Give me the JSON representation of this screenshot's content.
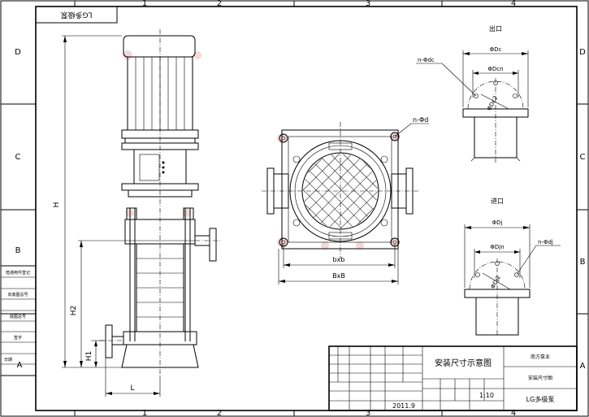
{
  "frame": {
    "column_numbers": [
      "1",
      "2",
      "3",
      "4"
    ],
    "row_letters": [
      "D",
      "C",
      "B",
      "A"
    ],
    "title_box_text": "LG多级泵"
  },
  "side_labels": {
    "table_rows": [
      "借通用件登记",
      "旧底图总号",
      "底图总号",
      "签字",
      "日期"
    ],
    "row_a": "A",
    "row_b": "B"
  },
  "pump_dims": {
    "overall_height": "H",
    "height_2": "H2",
    "height_1": "H1",
    "length": "L"
  },
  "flange_dims": {
    "bolt_hole": "n-Φd",
    "inner_span": "bxb",
    "outer_span": "BxB"
  },
  "outlet": {
    "title": "出口",
    "outer_diameter": "ΦDc",
    "pitch_diameter": "ΦDcn",
    "bolt_holes": "n-Φdc",
    "bore": "ΦDc2"
  },
  "inlet": {
    "title": "进口",
    "outer_diameter": "ΦDj",
    "pitch_diameter": "ΦDjn",
    "bolt_holes": "n-Φdj",
    "bore": "ΦDj2"
  },
  "title_block": {
    "drawing_title": "安装尺寸示意图",
    "company": "南方泵业",
    "drawing_name": "安装尺寸图",
    "product": "LG多级泵",
    "scale": "1:10",
    "date": "2011.9"
  }
}
